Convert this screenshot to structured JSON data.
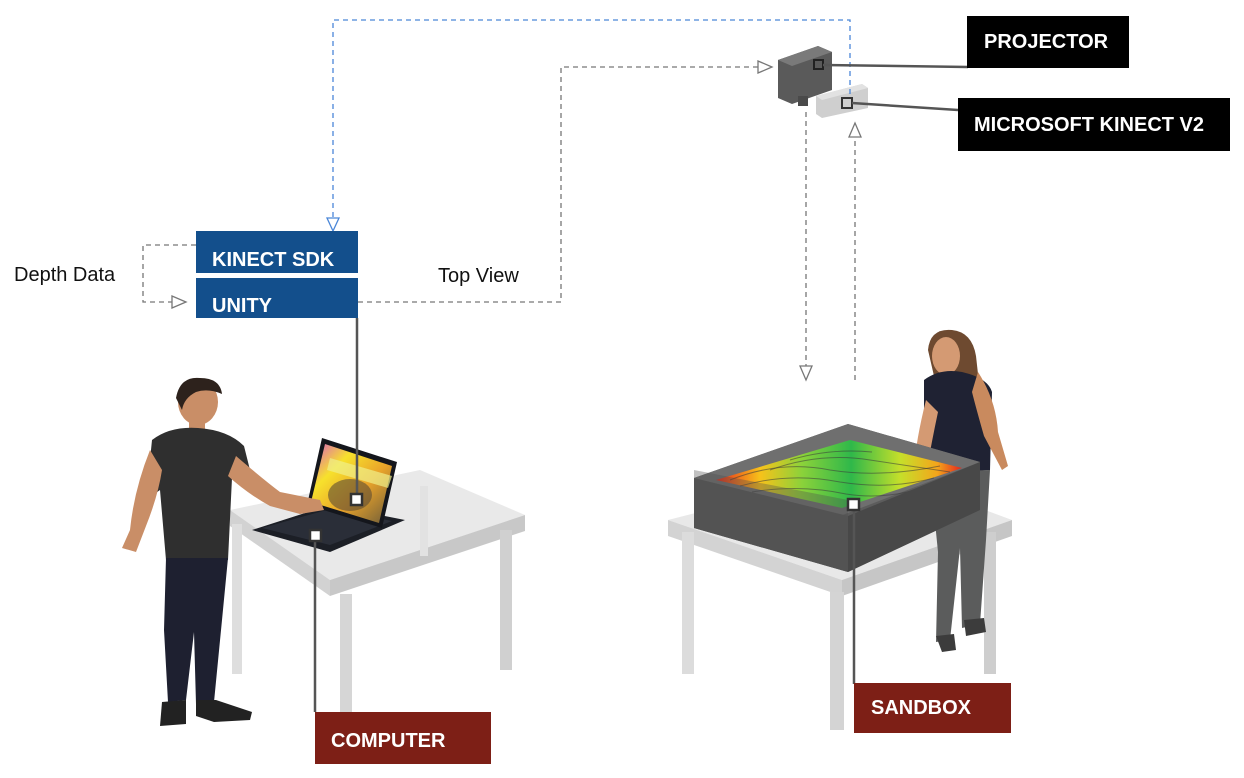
{
  "labels": {
    "projector": "PROJECTOR",
    "kinect": "MICROSOFT KINECT V2",
    "kinect_sdk": "KINECT SDK",
    "unity": "UNITY",
    "computer": "COMPUTER",
    "sandbox": "SANDBOX"
  },
  "edges": {
    "depth_data": "Depth Data",
    "top_view": "Top View"
  },
  "colors": {
    "black_label": "#000000",
    "blue_label": "#134f8c",
    "red_label": "#7d1f16",
    "blue_dash": "#4a86d8",
    "gray_dash": "#777777",
    "leader": "#555555"
  }
}
